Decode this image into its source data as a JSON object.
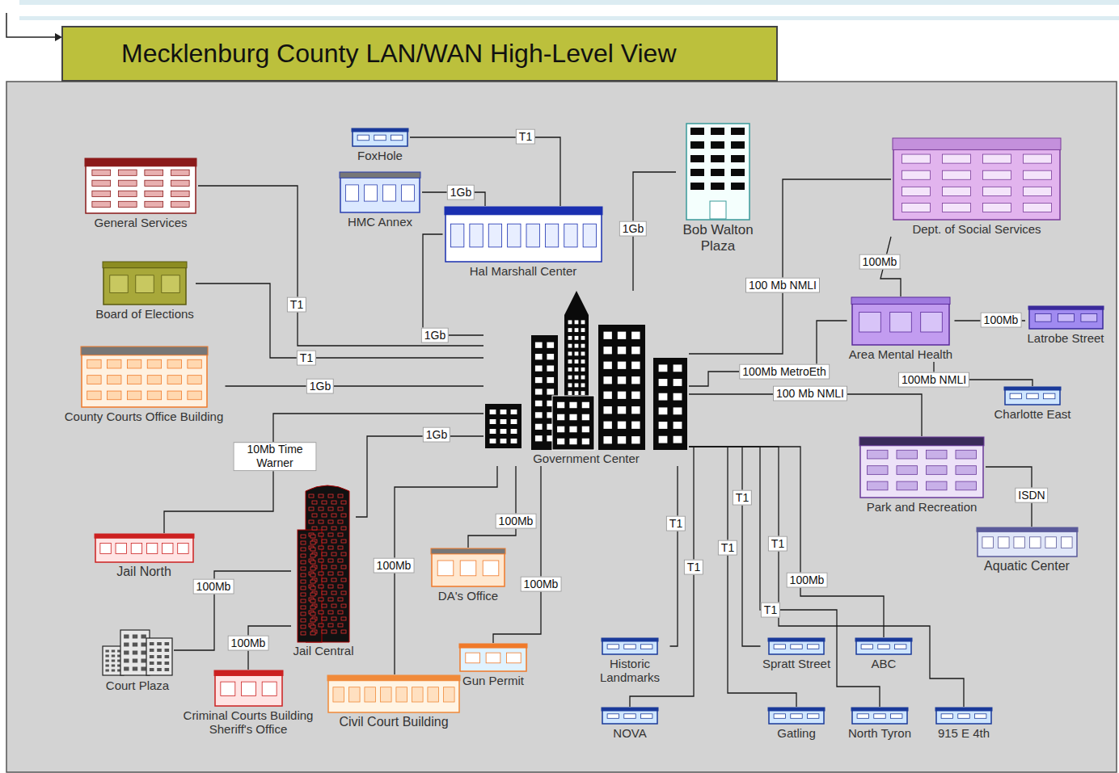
{
  "diagram": {
    "title": "Mecklenburg County LAN/WAN High-Level View",
    "nodes": [
      {
        "text": [
          "General Services"
        ]
      },
      {
        "text": [
          "FoxHole"
        ]
      },
      {
        "text": [
          "HMC Annex"
        ]
      },
      {
        "text": [
          "Hal Marshall Center"
        ]
      },
      {
        "text": [
          "Bob Walton Plaza"
        ]
      },
      {
        "text": [
          "Dept. of Social Services"
        ]
      },
      {
        "text": [
          "Board of Elections"
        ]
      },
      {
        "text": [
          "Area Mental Health"
        ]
      },
      {
        "text": [
          "Latrobe Street"
        ]
      },
      {
        "text": [
          "County Courts Office Building"
        ]
      },
      {
        "text": [
          "Government Center"
        ]
      },
      {
        "text": [
          "Charlotte East"
        ]
      },
      {
        "text": [
          "Park and Recreation"
        ]
      },
      {
        "text": [
          "Aquatic Center"
        ]
      },
      {
        "text": [
          "Jail North"
        ]
      },
      {
        "text": [
          "DA's Office"
        ]
      },
      {
        "text": [
          "Jail Central"
        ]
      },
      {
        "text": [
          "Court Plaza"
        ]
      },
      {
        "text": [
          "Civil Court Building"
        ]
      },
      {
        "text": [
          "Gun Permit"
        ]
      },
      {
        "text": [
          "Criminal Courts Building Sheriff's Office"
        ]
      },
      {
        "text": [
          "Historic Landmarks"
        ]
      },
      {
        "text": [
          "Spratt Street"
        ]
      },
      {
        "text": [
          "ABC"
        ]
      },
      {
        "text": [
          "NOVA"
        ]
      },
      {
        "text": [
          "Gatling"
        ]
      },
      {
        "text": [
          "North Tyron"
        ]
      },
      {
        "text": [
          "915 E 4th"
        ]
      }
    ],
    "edges": [
      {
        "from": 0,
        "to": 10,
        "label": "T1",
        "arrow": "none"
      },
      {
        "from": 1,
        "to": 3,
        "label": "T1",
        "arrow": "none"
      },
      {
        "from": 2,
        "to": 3,
        "label": "1Gb",
        "arrow": "none"
      },
      {
        "from": 3,
        "to": 10,
        "label": "1Gb",
        "arrow": "none"
      },
      {
        "from": 4,
        "to": 10,
        "label": "1Gb",
        "arrow": "none"
      },
      {
        "from": 6,
        "to": 10,
        "label": "T1",
        "arrow": "none"
      },
      {
        "from": 9,
        "to": 10,
        "label": "1Gb",
        "arrow": "none"
      },
      {
        "from": 5,
        "to": 10,
        "label": "100 Mb NMLI",
        "arrow": "none"
      },
      {
        "from": 5,
        "to": 7,
        "label": "100Mb",
        "arrow": "none"
      },
      {
        "from": 7,
        "to": 10,
        "label": "100Mb MetroEth",
        "arrow": "none"
      },
      {
        "from": 7,
        "to": 8,
        "label": "100Mb",
        "arrow": "none"
      },
      {
        "from": 7,
        "to": 11,
        "label": "100Mb NMLI",
        "arrow": "none"
      },
      {
        "from": 10,
        "to": 12,
        "label": "100 Mb NMLI",
        "arrow": "none"
      },
      {
        "from": 12,
        "to": 13,
        "label": "ISDN",
        "arrow": "none"
      },
      {
        "from": 10,
        "to": 14,
        "label": "10Mb Time Warner",
        "arrow": "none"
      },
      {
        "from": 10,
        "to": 16,
        "label": "1Gb",
        "arrow": "none"
      },
      {
        "from": 16,
        "to": 17,
        "label": "100Mb",
        "arrow": "none"
      },
      {
        "from": 16,
        "to": 20,
        "label": "100Mb",
        "arrow": "none"
      },
      {
        "from": 10,
        "to": 15,
        "label": "100Mb",
        "arrow": "none"
      },
      {
        "from": 10,
        "to": 18,
        "label": "100Mb",
        "arrow": "none"
      },
      {
        "from": 10,
        "to": 19,
        "label": "100Mb",
        "arrow": "none"
      },
      {
        "from": 10,
        "to": 21,
        "label": "T1",
        "arrow": "none"
      },
      {
        "from": 10,
        "to": 24,
        "label": "T1",
        "arrow": "none"
      },
      {
        "from": 10,
        "to": 22,
        "label": "T1",
        "arrow": "none"
      },
      {
        "from": 10,
        "to": 25,
        "label": "T1",
        "arrow": "none"
      },
      {
        "from": 10,
        "to": 26,
        "label": "T1",
        "arrow": "none"
      },
      {
        "from": 10,
        "to": 27,
        "label": "T1",
        "arrow": "none"
      },
      {
        "from": 10,
        "to": 23,
        "label": "100Mb",
        "arrow": "none"
      }
    ]
  }
}
